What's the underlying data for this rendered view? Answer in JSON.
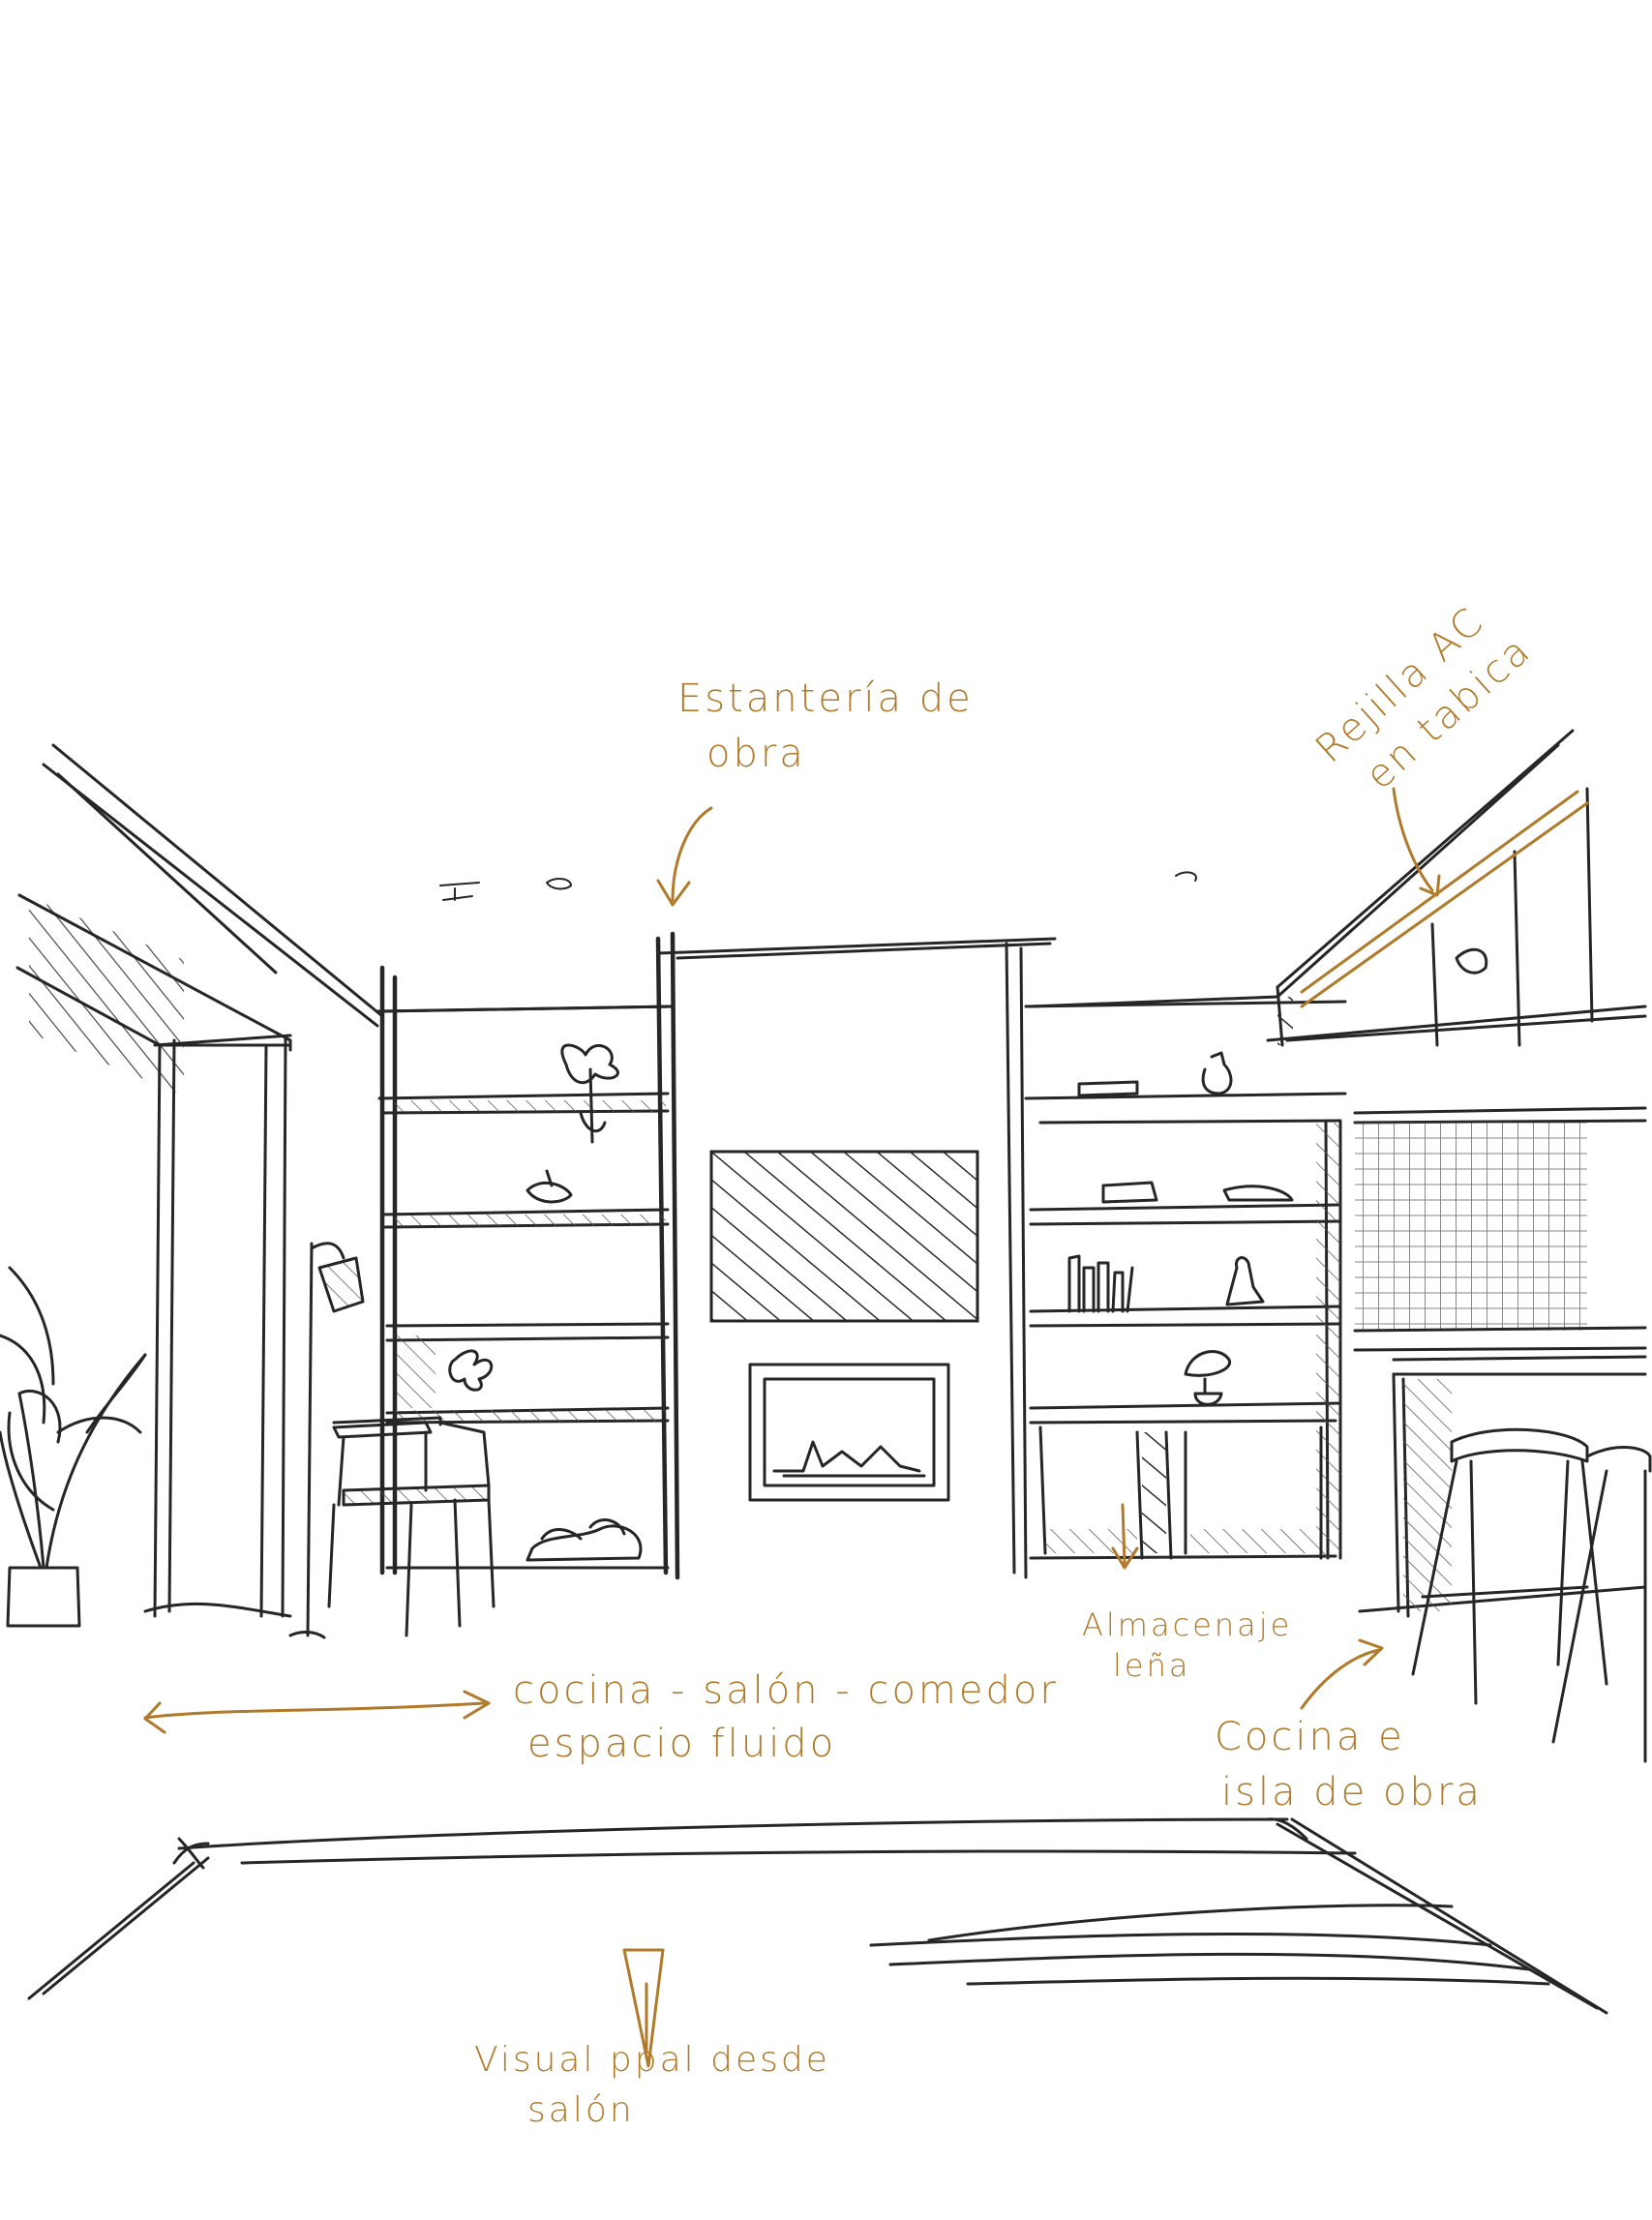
{
  "colors": {
    "ink": "#262626",
    "annotation": "#b07a2a",
    "paper": "#ffffff"
  },
  "annotations": {
    "shelving": {
      "line1": "Estantería de",
      "line2": "obra"
    },
    "ac_grille": {
      "line1": "Rejilla AC",
      "line2": "en tabica"
    },
    "open_space": {
      "line1": "cocina - salón - comedor",
      "line2": "espacio fluido"
    },
    "firewood": {
      "line1": "Almacenaje",
      "line2": "leña"
    },
    "kitchen": {
      "line1": "Cocina e",
      "line2": "isla de obra"
    },
    "view": {
      "line1": "Visual ppal desde",
      "line2": "salón"
    }
  }
}
